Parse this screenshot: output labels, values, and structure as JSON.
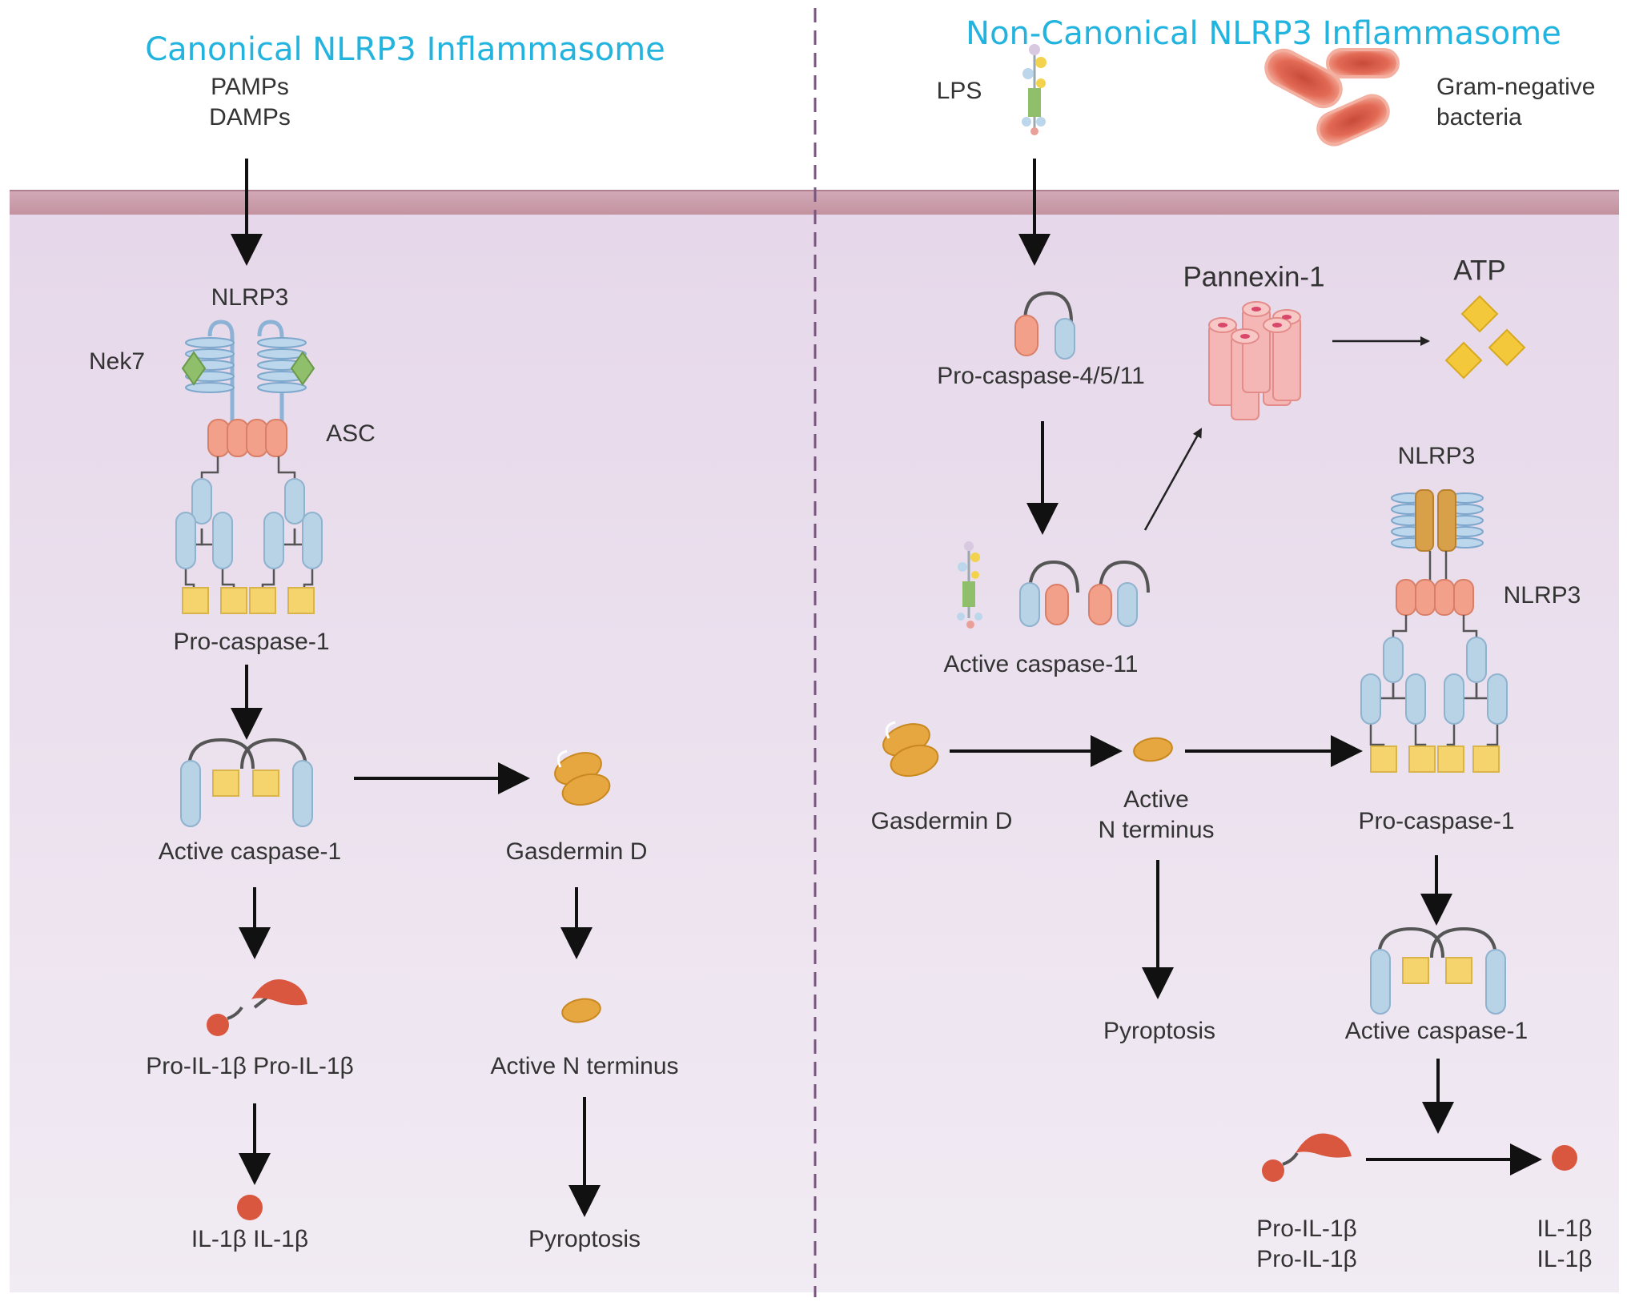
{
  "titles": {
    "canonical": "Canonical NLRP3 Inflammasome",
    "non_canonical": "Non-Canonical NLRP3 Inflammasome"
  },
  "canonical": {
    "stimulus": "PAMPs\nDAMPs",
    "nlrp3": "NLRP3",
    "nek7": "Nek7",
    "asc": "ASC",
    "pro_caspase_1": "Pro-caspase-1",
    "active_caspase_1": "Active caspase-1",
    "gasdermin_d": "Gasdermin D",
    "pro_il1b": "Pro-IL-1β Pro-IL-1β",
    "active_n_terminus": "Active N terminus",
    "il1b": "IL-1β IL-1β",
    "pyroptosis": "Pyroptosis"
  },
  "non_canonical": {
    "lps": "LPS",
    "bacteria": "Gram-negative\nbacteria",
    "pannexin": "Pannexin-1",
    "atp": "ATP",
    "pro_caspase_4511": "Pro-caspase-4/5/11",
    "nlrp3_top": "NLRP3",
    "nlrp3_side": "NLRP3",
    "active_caspase_11": "Active caspase-11",
    "gasdermin_d": "Gasdermin D",
    "active_n_terminus": "Active\nN terminus",
    "pro_caspase_1": "Pro-caspase-1",
    "pyroptosis": "Pyroptosis",
    "active_caspase_1": "Active caspase-1",
    "pro_il1b": "Pro-IL-1β\nPro-IL-1β",
    "il1b": "IL-1β\nIL-1β"
  },
  "colors": {
    "title": "#22b3de",
    "membrane": "#c99aaa",
    "cytoplasm": "#ece2ef",
    "divider": "#7a5580",
    "cards_domain": "#f2a08a",
    "lrr_domain": "#a9cbe6",
    "caspase_body": "#b9d3e6",
    "caspase_p20": "#f5d46e",
    "gasdermin": "#e6a640",
    "il1b": "#d9573f",
    "atp": "#f3c93b",
    "pannexin": "#f4b7b5",
    "bacteria": "#e8705a",
    "nek7": "#8fbf6a"
  }
}
